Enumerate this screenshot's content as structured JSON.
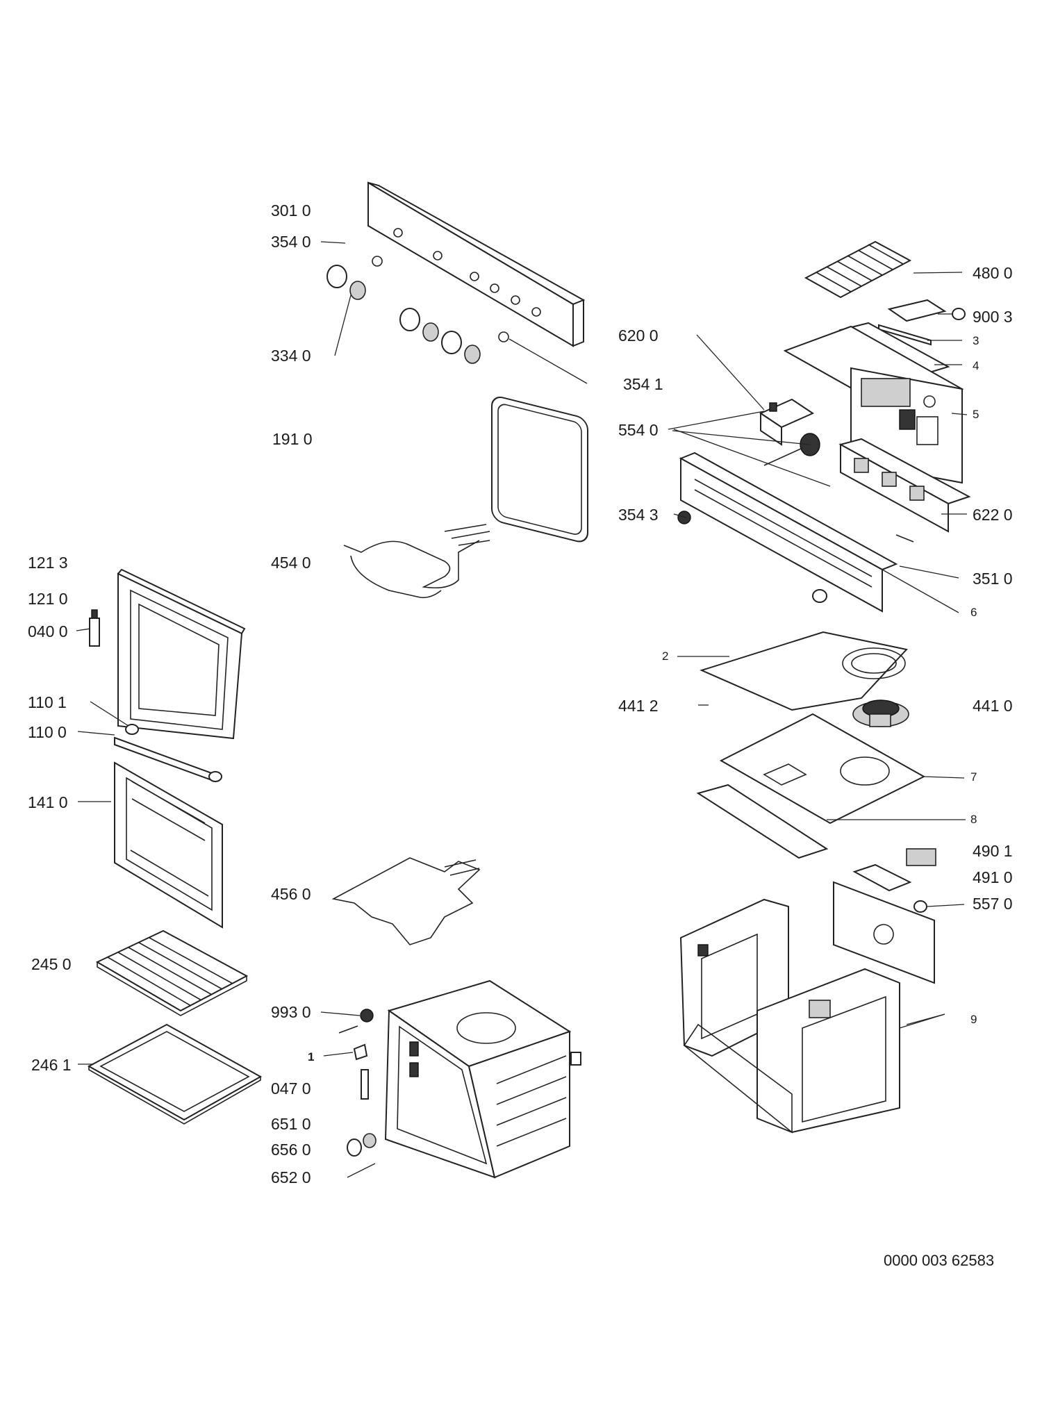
{
  "labels": {
    "l3010": "301 0",
    "l3540": "354 0",
    "l3340": "334 0",
    "l3541": "354 1",
    "l1910": "191 0",
    "l4540": "454 0",
    "l1213": "121 3",
    "l1210": "121 0",
    "l0400": "040 0",
    "l1101": "110 1",
    "l1100": "110 0",
    "l1410": "141 0",
    "l4560": "456 0",
    "l2450": "245 0",
    "l2461": "246 1",
    "l9930": "993 0",
    "l1": "1",
    "l0470": "047 0",
    "l6510": "651 0",
    "l6560": "656 0",
    "l6520": "652 0",
    "l4800": "480 0",
    "l9003": "900 3",
    "l3": "3",
    "l4": "4",
    "l5": "5",
    "l6200": "620 0",
    "l5540": "554 0",
    "l3543": "354 3",
    "l6220": "622 0",
    "l3510": "351 0",
    "l6": "6",
    "l2": "2",
    "l4412": "441 2",
    "l4410": "441 0",
    "l7": "7",
    "l8": "8",
    "l4901": "490 1",
    "l4910": "491 0",
    "l5570": "557 0",
    "l9": "9"
  },
  "document_number": "0000 003 62583"
}
